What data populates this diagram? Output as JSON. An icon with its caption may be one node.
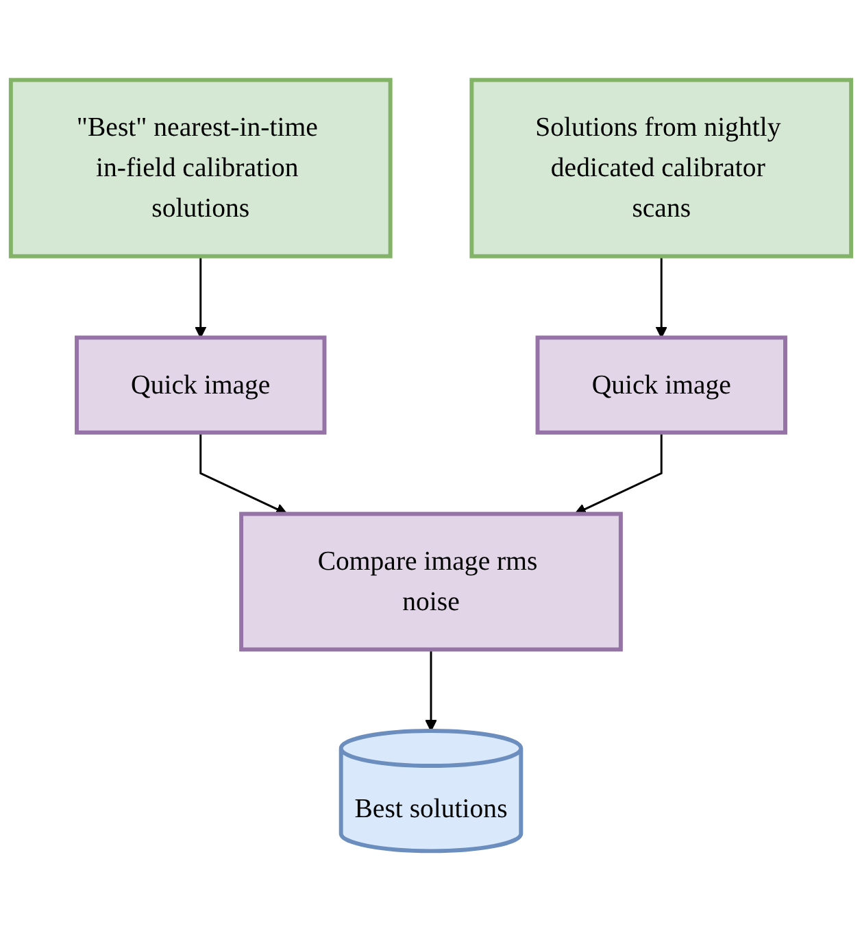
{
  "diagram": {
    "nodes": [
      {
        "text": [
          "\"Best\" nearest-in-time in-field calibration solutions"
        ]
      },
      {
        "text": [
          "Solutions from nightly dedicated calibrator scans"
        ]
      },
      {
        "text": [
          "Quick image"
        ]
      },
      {
        "text": [
          "Quick image"
        ]
      },
      {
        "text": [
          "Compare image rms noise"
        ]
      },
      {
        "text": [
          "Best solutions"
        ]
      }
    ],
    "edges": [
      {
        "from": 0,
        "to": 2,
        "arrow": "to"
      },
      {
        "from": 1,
        "to": 3,
        "arrow": "to"
      },
      {
        "from": 2,
        "to": 4,
        "arrow": "to"
      },
      {
        "from": 3,
        "to": 4,
        "arrow": "to"
      },
      {
        "from": 4,
        "to": 5,
        "arrow": "to"
      }
    ]
  }
}
